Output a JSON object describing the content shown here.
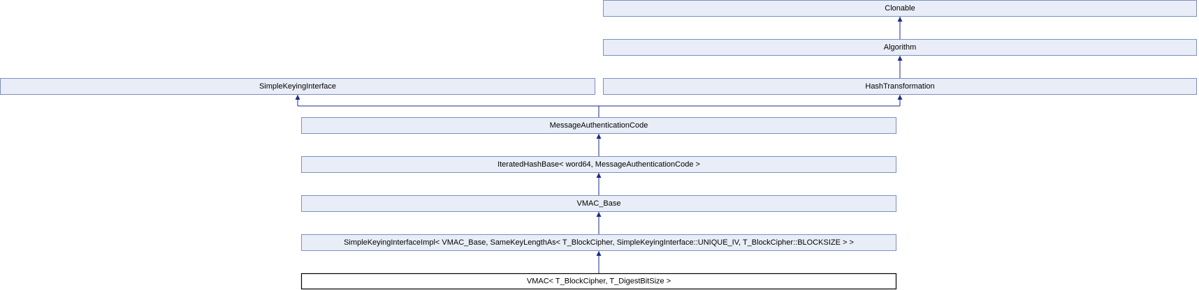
{
  "diagram": {
    "type": "class-inheritance",
    "nodes": [
      {
        "id": "clonable",
        "label": "Clonable"
      },
      {
        "id": "algorithm",
        "label": "Algorithm"
      },
      {
        "id": "simple-keying-interface",
        "label": "SimpleKeyingInterface"
      },
      {
        "id": "hash-transformation",
        "label": "HashTransformation"
      },
      {
        "id": "message-authentication-code",
        "label": "MessageAuthenticationCode"
      },
      {
        "id": "iterated-hash-base",
        "label": "IteratedHashBase< word64, MessageAuthenticationCode >"
      },
      {
        "id": "vmac-base",
        "label": "VMAC_Base"
      },
      {
        "id": "simple-keying-interface-impl",
        "label": "SimpleKeyingInterfaceImpl< VMAC_Base, SameKeyLengthAs< T_BlockCipher, SimpleKeyingInterface::UNIQUE_IV, T_BlockCipher::BLOCKSIZE > >"
      },
      {
        "id": "vmac",
        "label": "VMAC< T_BlockCipher, T_DigestBitSize >",
        "current": true
      }
    ],
    "edges": [
      {
        "from": "algorithm",
        "to": "clonable"
      },
      {
        "from": "hash-transformation",
        "to": "algorithm"
      },
      {
        "from": "message-authentication-code",
        "to": "simple-keying-interface"
      },
      {
        "from": "message-authentication-code",
        "to": "hash-transformation"
      },
      {
        "from": "iterated-hash-base",
        "to": "message-authentication-code"
      },
      {
        "from": "vmac-base",
        "to": "iterated-hash-base"
      },
      {
        "from": "simple-keying-interface-impl",
        "to": "vmac-base"
      },
      {
        "from": "vmac",
        "to": "simple-keying-interface-impl"
      }
    ]
  }
}
